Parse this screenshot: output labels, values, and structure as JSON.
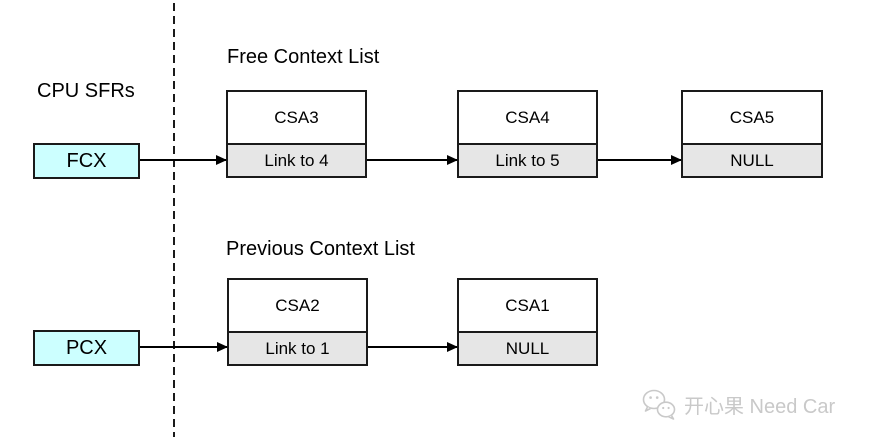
{
  "diagram": {
    "cpu_sfrs_label": "CPU SFRs",
    "free_list": {
      "title": "Free Context List",
      "pointer": "FCX",
      "nodes": [
        {
          "name": "CSA3",
          "link": "Link to 4"
        },
        {
          "name": "CSA4",
          "link": "Link to 5"
        },
        {
          "name": "CSA5",
          "link": "NULL"
        }
      ]
    },
    "previous_list": {
      "title": "Previous Context List",
      "pointer": "PCX",
      "nodes": [
        {
          "name": "CSA2",
          "link": "Link to 1"
        },
        {
          "name": "CSA1",
          "link": "NULL"
        }
      ]
    },
    "colors": {
      "pointer_fill": "#ccffff",
      "node_fill": "#ffffff",
      "link_fill": "#e6e6e6",
      "stroke": "#1a1a1a",
      "watermark": "#c9c9c9"
    },
    "watermark": {
      "icon": "wechat-icon",
      "text": "开心果 Need Car"
    }
  }
}
